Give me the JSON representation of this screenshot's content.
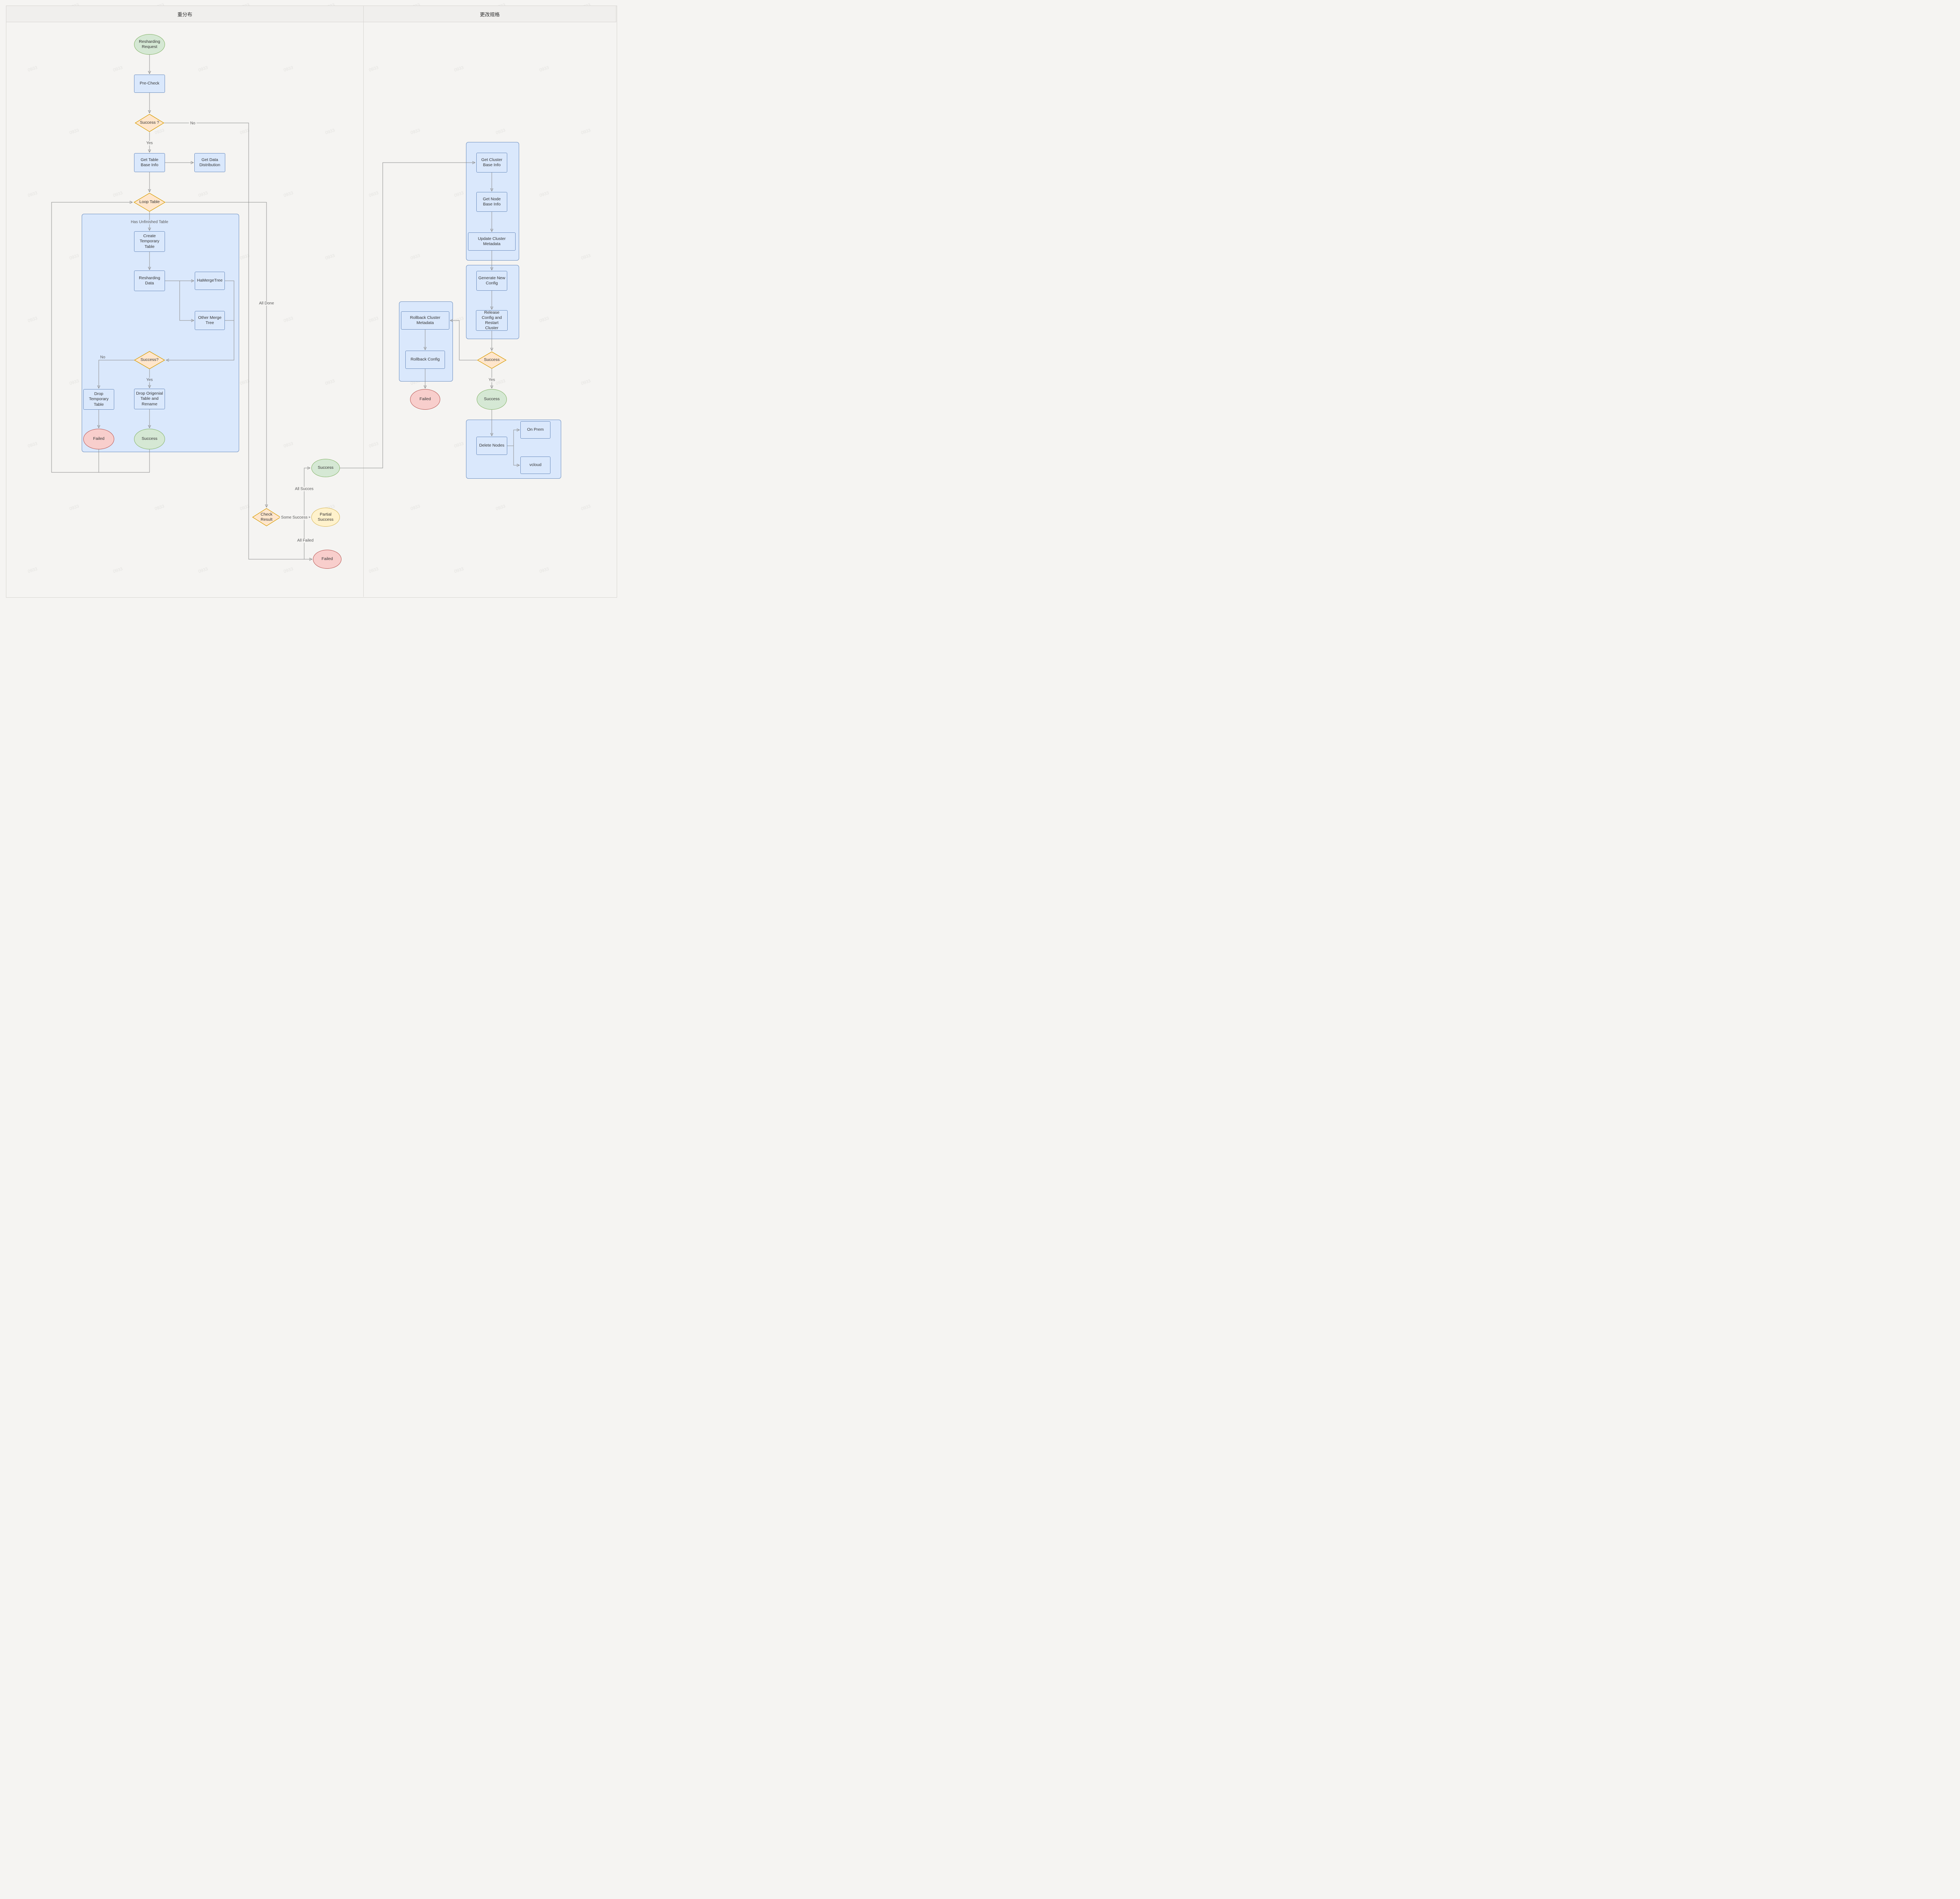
{
  "lanes": {
    "left": "重分布",
    "right": "更改规格"
  },
  "watermark": {
    "text": "0933"
  },
  "nodes": {
    "resharding_request": "Resharding Request",
    "pre_check": "Pre-Check",
    "success_check_1": "Success ?",
    "get_table_base_info": "Get Table Base Info",
    "get_data_distribution": "Get Data Distribution",
    "loop_table": "Loop Table",
    "create_temporary_table": "Create Temporary Table",
    "resharding_data": "Resharding Data",
    "ha_merge_tree": "HaMergeTree",
    "other_merge_tree": "Other Merge Tree",
    "success_check_2": "Success?",
    "drop_temporary_table": "Drop Temporary Table",
    "drop_original_table": "Drop Origenial Table and Rename",
    "failed_resharding": "Failed",
    "success_resharding": "Success",
    "check_result": "Check Result",
    "success_all": "Success",
    "partial_success": "Partial Success",
    "failed_all": "Failed",
    "get_cluster_base_info": "Get Cluster Base Info",
    "get_node_base_info": "Get Node Base Info",
    "update_cluster_metadata": "Update Cluster Metadata",
    "generate_new_config": "Generate New Config",
    "release_config_restart": "Release Config and Restart Cluster",
    "success_check_3": "Success",
    "rollback_cluster_metadata": "Rollback Cluster Metadata",
    "rollback_config": "Rollback Config",
    "failed_rollback": "Failed",
    "success_spec": "Success",
    "delete_nodes": "Delete Nodes",
    "on_prem": "On Prem",
    "vcloud": "vcloud"
  },
  "edge_labels": {
    "no_1": "No",
    "yes_1": "Yes",
    "has_unfinished_table": "Has Unfinished Table",
    "all_done": "All Done",
    "no_2": "No",
    "yes_2": "Yes",
    "all_success": "All Succes",
    "some_success": "Some Success",
    "all_failed": "All Failed",
    "yes_3": "Yes"
  },
  "colors": {
    "process_fill": "#dae8fc",
    "process_border": "#6c8ebf",
    "decision_fill": "#ffe6cc",
    "decision_border": "#d79b00",
    "success_fill": "#d5e8d4",
    "success_border": "#82b366",
    "failed_fill": "#f8cecc",
    "failed_border": "#b85450",
    "partial_fill": "#fff2cc",
    "partial_border": "#d6b656"
  }
}
